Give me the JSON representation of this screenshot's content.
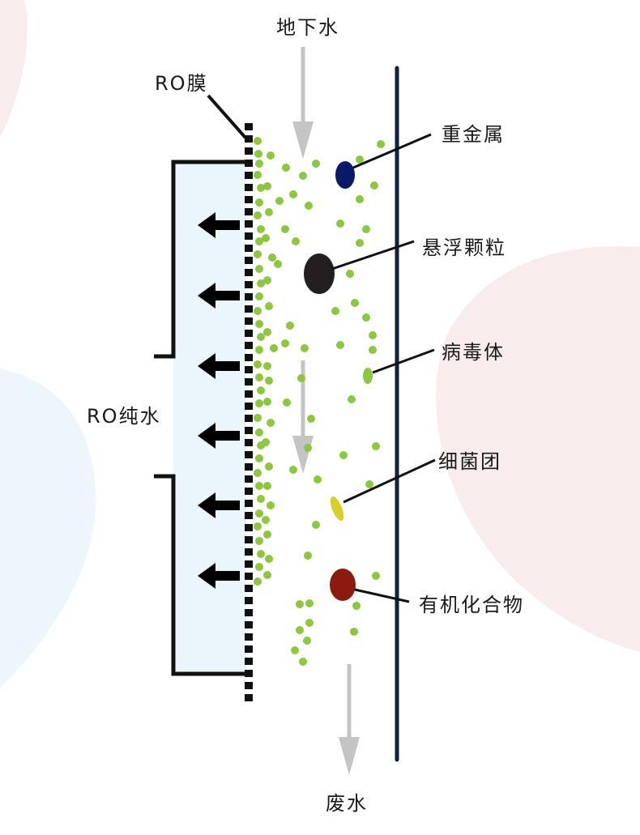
{
  "diagram": {
    "labels": {
      "groundwater": "地下水",
      "ro_membrane": "RO膜",
      "heavy_metal": "重金属",
      "suspended_particles": "悬浮颗粒",
      "virus": "病毒体",
      "bacteria_cluster": "细菌团",
      "organic_compounds": "有机化合物",
      "ro_pure_water": "RO纯水",
      "waste_water": "废水"
    },
    "colors": {
      "blob_pink": "#f8ecec",
      "blob_blue": "#ecf6fb",
      "pure_water_fill": "#eaf5fc",
      "dots_green": "#8dc63f",
      "heavy_metal": "#0a1a6b",
      "suspended_particle": "#231f20",
      "bacteria": "#d8d02a",
      "organic": "#8b1a10",
      "pipe_wall": "#0f2340",
      "flow_arrow": "#c4c4c4",
      "outflow_arrow": "#000000"
    },
    "icons": [
      "flow-down-arrow",
      "outflow-left-arrow"
    ]
  }
}
